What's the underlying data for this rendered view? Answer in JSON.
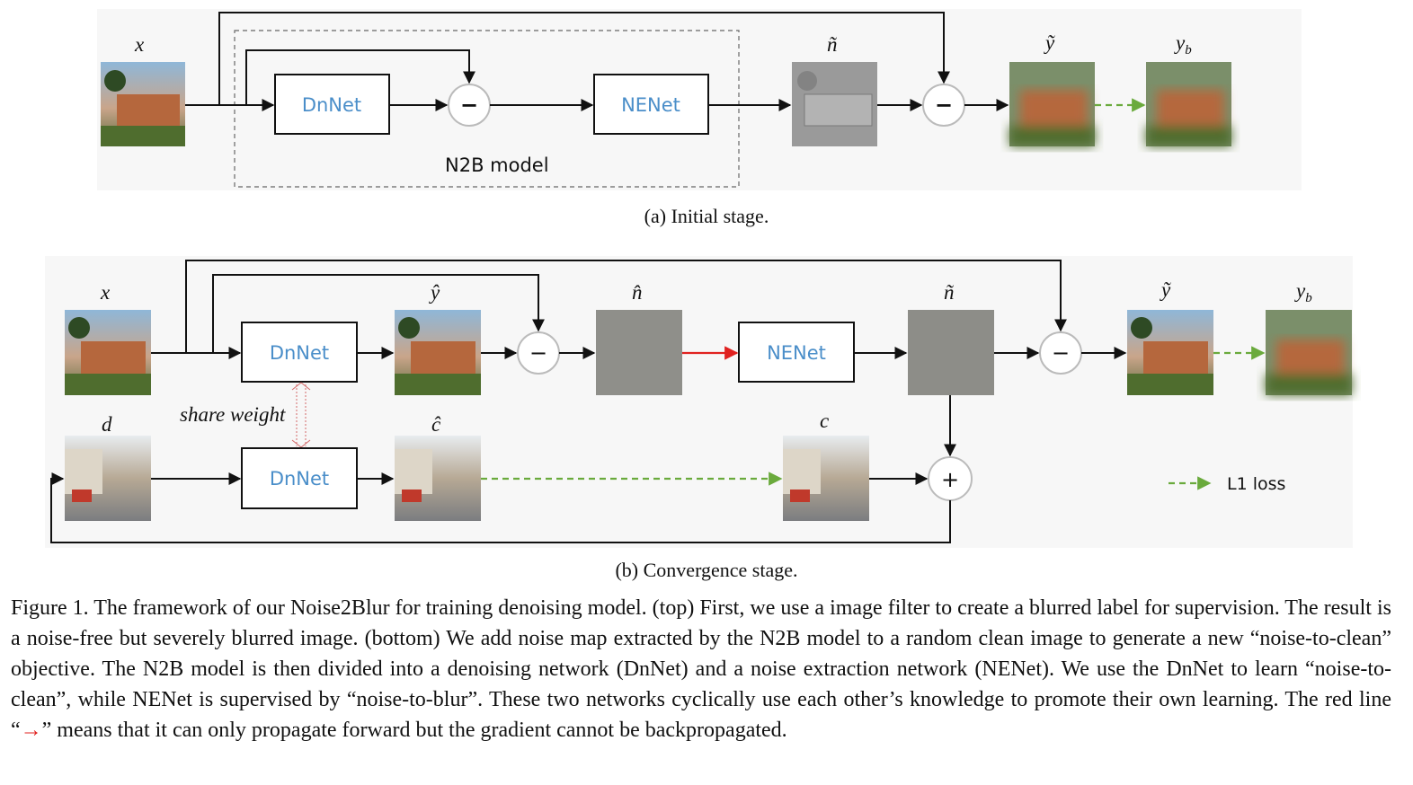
{
  "top": {
    "labels": {
      "x": "x",
      "n_tilde": "ñ",
      "y_tilde": "ỹ",
      "y_b_main": "y",
      "y_b_sub": "b"
    },
    "dnnet": "DnNet",
    "nenet": "NENet",
    "n2b_model": "N2B model",
    "minus": "−",
    "caption": "(a)  Initial stage."
  },
  "bottom": {
    "labels": {
      "x": "x",
      "y_hat": "ŷ",
      "n_hat": "n̂",
      "n_tilde": "ñ",
      "y_tilde": "ỹ",
      "y_b_main": "y",
      "y_b_sub": "b",
      "d": "d",
      "c_hat": "ĉ",
      "c": "c"
    },
    "dnnet_top": "DnNet",
    "dnnet_bottom": "DnNet",
    "nenet": "NENet",
    "share_weight": "share weight",
    "minus": "−",
    "plus": "+",
    "legend": "L1 loss",
    "caption": "(b)  Convergence stage."
  },
  "caption": {
    "part1": "Figure 1. The framework of our Noise2Blur for training denoising model. (top) First, we use a image filter to create a blurred label for supervision. The result is a noise-free but severely blurred image. (bottom) We add noise map extracted by the N2B model to a random clean image to generate a new “noise-to-clean” objective. The N2B model is then divided into a denoising network (DnNet) and a noise extraction network (NENet). We use the DnNet to learn “noise-to-clean”, while NENet is supervised by “noise-to-blur”. These two networks cyclically use each other’s knowledge to promote their own learning. The red line “",
    "red_arrow": "→",
    "part2": "” means that it can only propagate forward but the gradient cannot be backpropagated."
  },
  "colors": {
    "box_text": "#4a8ec9",
    "loss_arrow": "#6aaa3c",
    "red_arrow": "#e0211f"
  }
}
